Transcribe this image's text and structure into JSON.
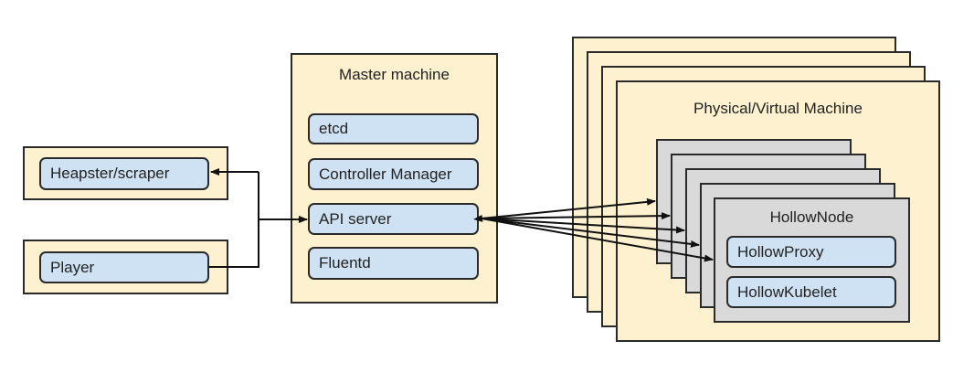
{
  "diagram": {
    "left_clients": [
      {
        "label": "Heapster/scraper"
      },
      {
        "label": "Player"
      }
    ],
    "master": {
      "title": "Master machine",
      "components": [
        {
          "label": "etcd"
        },
        {
          "label": "Controller Manager"
        },
        {
          "label": "API server"
        },
        {
          "label": "Fluentd"
        }
      ]
    },
    "physical": {
      "title": "Physical/Virtual Machine",
      "stack_count": 4,
      "hollow_node": {
        "title": "HollowNode",
        "stack_count": 5,
        "components": [
          {
            "label": "HollowProxy"
          },
          {
            "label": "HollowKubelet"
          }
        ]
      }
    },
    "edges": [
      {
        "from": "Player",
        "to": "API server",
        "style": "arrow-to-api"
      },
      {
        "from": "API server",
        "to": "Heapster/scraper",
        "style": "arrow-to-heapster"
      },
      {
        "from": "API server",
        "to": "HollowNode x5",
        "style": "bidirectional"
      }
    ],
    "colors": {
      "machine_fill": "#fdf1cf",
      "node_fill": "#d9d9d9",
      "component_fill": "#cfe2f3",
      "stroke": "#2a2a2a"
    }
  }
}
